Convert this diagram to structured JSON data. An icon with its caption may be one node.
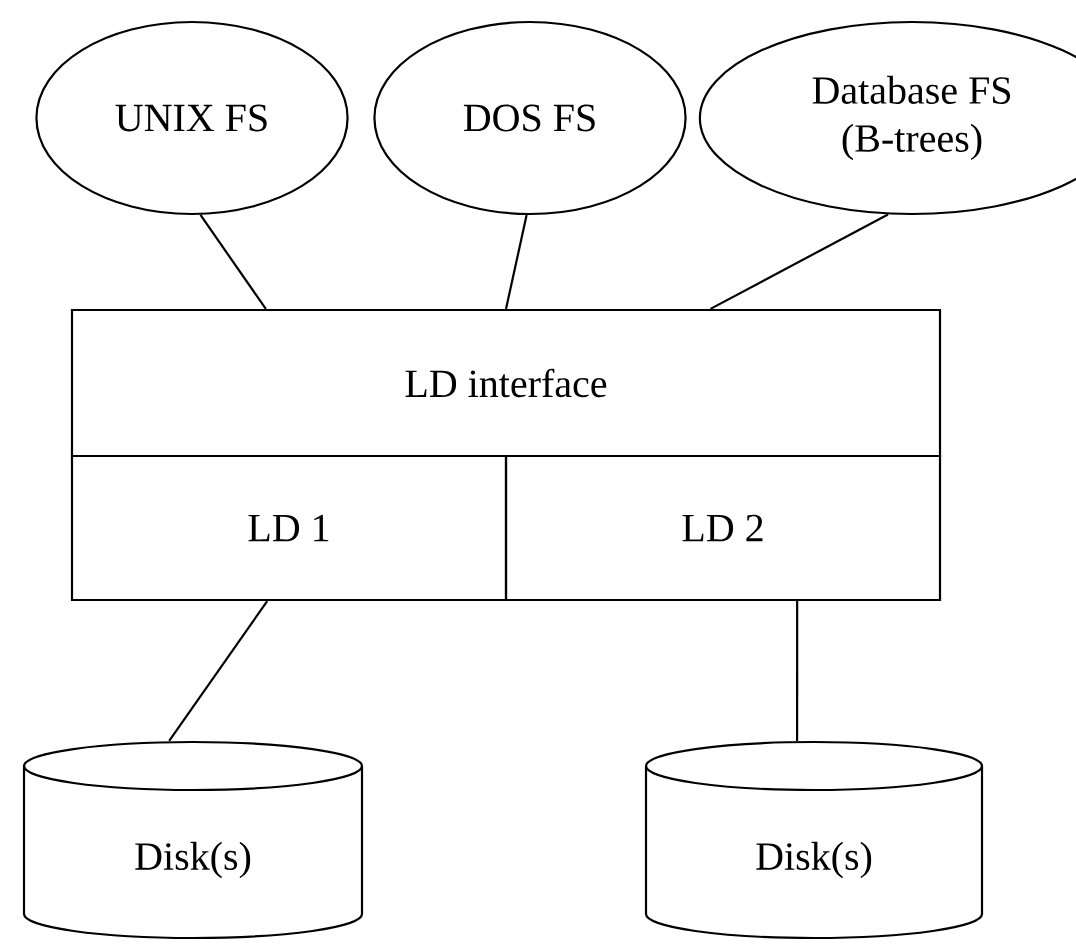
{
  "diagram": {
    "nodes": [
      {
        "text": [
          "UNIX FS"
        ]
      },
      {
        "text": [
          "DOS FS"
        ]
      },
      {
        "text": [
          "Database FS (B-trees)"
        ]
      },
      {
        "text": [
          "LD interface"
        ]
      },
      {
        "text": [
          "LD 1"
        ]
      },
      {
        "text": [
          "LD 2"
        ]
      },
      {
        "text": [
          "Disk(s)"
        ]
      },
      {
        "text": [
          "Disk(s)"
        ]
      }
    ],
    "edges": [
      {
        "from": 0,
        "to": 3,
        "arrow": "none"
      },
      {
        "from": 1,
        "to": 3,
        "arrow": "none"
      },
      {
        "from": 2,
        "to": 3,
        "arrow": "none"
      },
      {
        "from": 4,
        "to": 6,
        "arrow": "none"
      },
      {
        "from": 5,
        "to": 7,
        "arrow": "none"
      }
    ]
  }
}
